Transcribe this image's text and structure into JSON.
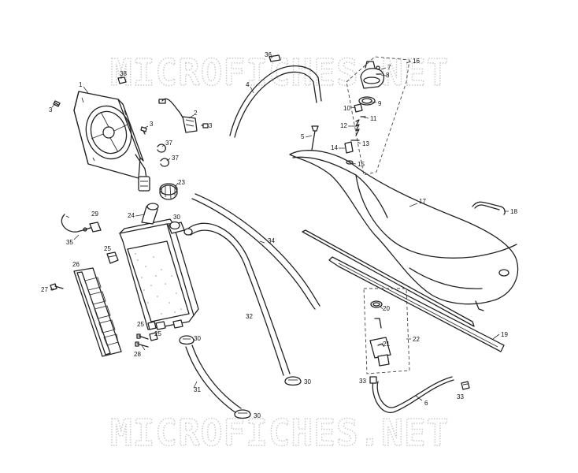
{
  "watermark": {
    "top": "MICROFICHES.NET",
    "bottom": "MICROFICHES.NET"
  },
  "callouts": {
    "c1": "1",
    "c2": "2",
    "c3a": "3",
    "c3b": "3",
    "c3c": "3",
    "c4": "4",
    "c5": "5",
    "c6": "6",
    "c7": "7",
    "c8": "8",
    "c9": "9",
    "c10": "10",
    "c11": "11",
    "c12": "12",
    "c13": "13",
    "c14": "14",
    "c15": "15",
    "c16": "16",
    "c17": "17",
    "c18": "18",
    "c19": "19",
    "c20": "20",
    "c21": "21",
    "c22": "22",
    "c23": "23",
    "c24": "24",
    "c25a": "25",
    "c25b": "25",
    "c25c": "25",
    "c26": "26",
    "c27": "27",
    "c28": "28",
    "c29": "29",
    "c30a": "30",
    "c30b": "30",
    "c30c": "30",
    "c30d": "30",
    "c31": "31",
    "c32": "32",
    "c33a": "33",
    "c33b": "33",
    "c34": "34",
    "c35": "35",
    "c36": "36",
    "c37a": "37",
    "c37b": "37",
    "c38": "38"
  }
}
